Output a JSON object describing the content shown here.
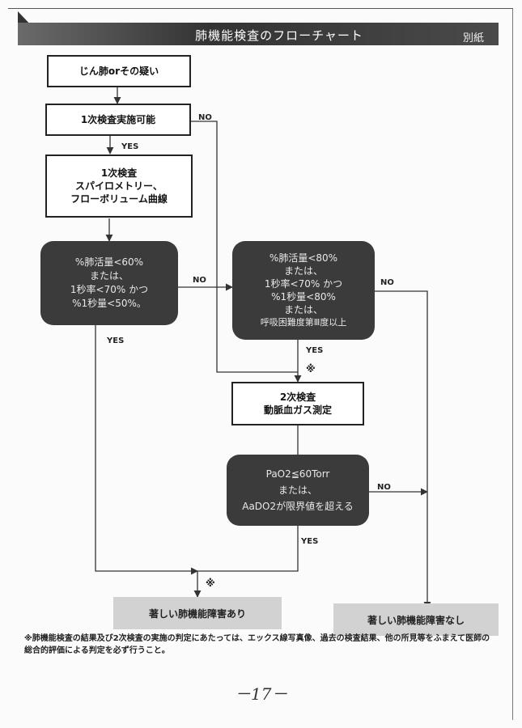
{
  "header": {
    "title": "肺機能検査のフローチャート",
    "note": "別紙"
  },
  "nodes": {
    "suspect": "じん肺orその疑い",
    "primary_possible": "1次検査実施可能",
    "primary_exam": [
      "1次検査",
      "スパイロメトリー、",
      "フローボリューム曲線"
    ],
    "criteria_severe": [
      "%肺活量<60%",
      "または、",
      "1秒率<70% かつ",
      "%1秒量<50%。"
    ],
    "criteria_moderate": [
      "%肺活量<80%",
      "または、",
      "1秒率<70% かつ",
      "%1秒量<80%",
      "または、",
      "呼吸困難度第Ⅲ度以上"
    ],
    "secondary_exam": [
      "2次検査",
      "動脈血ガス測定"
    ],
    "blood_gas": [
      "PaO2≦60Torr",
      "または、",
      "AaDO2が限界値を超える"
    ],
    "result_yes": "著しい肺機能障害あり",
    "result_no": "著しい肺機能障害なし"
  },
  "labels": {
    "yes": "YES",
    "no": "NO",
    "note_mark": "※"
  },
  "footnote": "※肺機能検査の結果及び2次検査の実施の判定にあたっては、エックス線写真像、過去の検査結果、他の所見等をふまえて医師の総合的評価による判定を必ず行うこと。",
  "page_number": "－17－"
}
